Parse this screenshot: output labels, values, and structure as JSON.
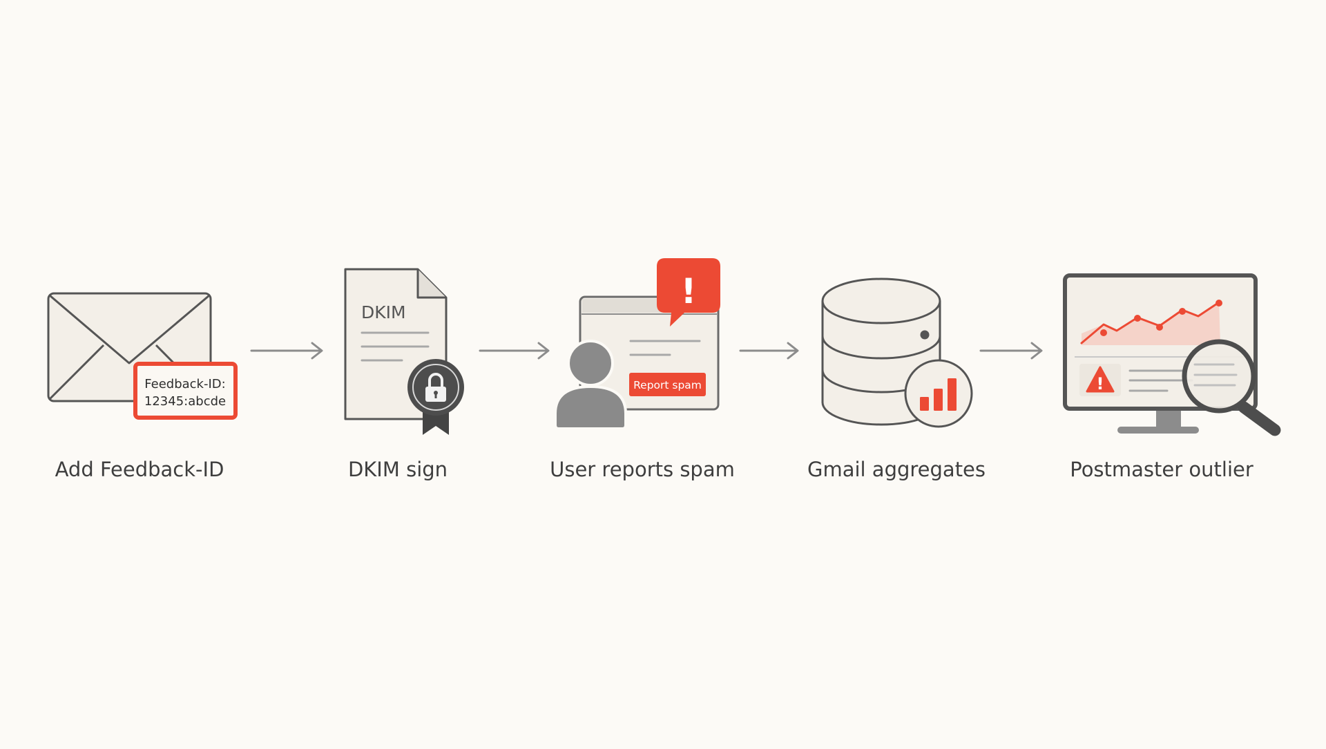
{
  "colors": {
    "background": "#fcfaf6",
    "accent": "#ec4a34",
    "ink": "#555555",
    "mid_gray": "#8c8c8c",
    "light_gray": "#c8c8c8",
    "panel": "#f3efe8"
  },
  "steps": [
    {
      "label": "Add Feedback-ID",
      "icon": "envelope-icon",
      "tag_line1": "Feedback-ID:",
      "tag_line2": "12345:abcde"
    },
    {
      "label": "DKIM sign",
      "icon": "document-lock-badge-icon",
      "doc_title": "DKIM"
    },
    {
      "label": "User reports spam",
      "icon": "user-report-spam-icon",
      "button_label": "Report spam",
      "alert_glyph": "!"
    },
    {
      "label": "Gmail aggregates",
      "icon": "database-chart-icon"
    },
    {
      "label": "Postmaster outlier",
      "icon": "monitor-magnifier-icon",
      "warning_glyph": "!"
    }
  ],
  "connectors": [
    "arrow-right-icon",
    "arrow-right-icon",
    "arrow-right-icon",
    "arrow-right-icon"
  ]
}
